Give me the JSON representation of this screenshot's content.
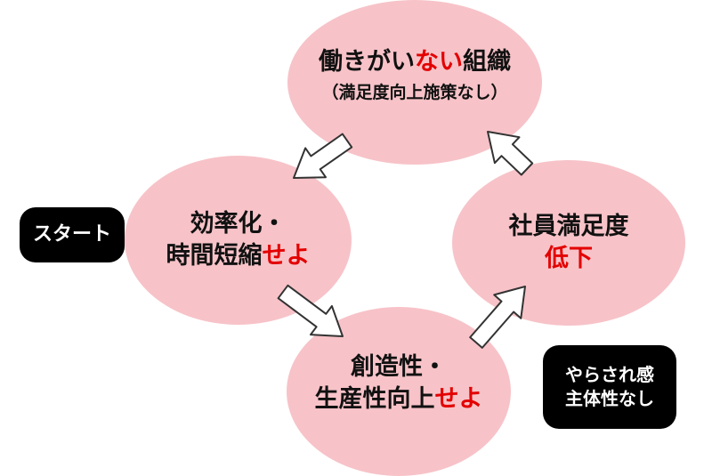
{
  "colors": {
    "node_fill": "#f7c3c8",
    "accent_red": "#e30000",
    "badge_fill": "#000000",
    "arrow_fill": "#ffffff",
    "arrow_stroke": "#333333"
  },
  "nodes": {
    "top": {
      "line1_a": "働きがい",
      "line1_b": "ない",
      "line1_c": "組織",
      "line2": "（満足度向上施策なし）"
    },
    "left": {
      "line1": "効率化・",
      "line2_a": "時間短縮",
      "line2_b": "せよ"
    },
    "right": {
      "line1": "社員満足度",
      "line2": "低下"
    },
    "bottom": {
      "line1": "創造性・",
      "line2_a": "生産性向上",
      "line2_b": "せよ"
    }
  },
  "badges": {
    "start": "スタート",
    "note_line1": "やらされ感",
    "note_line2": "主体性なし"
  },
  "arrows": [
    {
      "from": "top",
      "to": "left"
    },
    {
      "from": "left",
      "to": "bottom"
    },
    {
      "from": "bottom",
      "to": "right"
    },
    {
      "from": "right",
      "to": "top"
    }
  ]
}
